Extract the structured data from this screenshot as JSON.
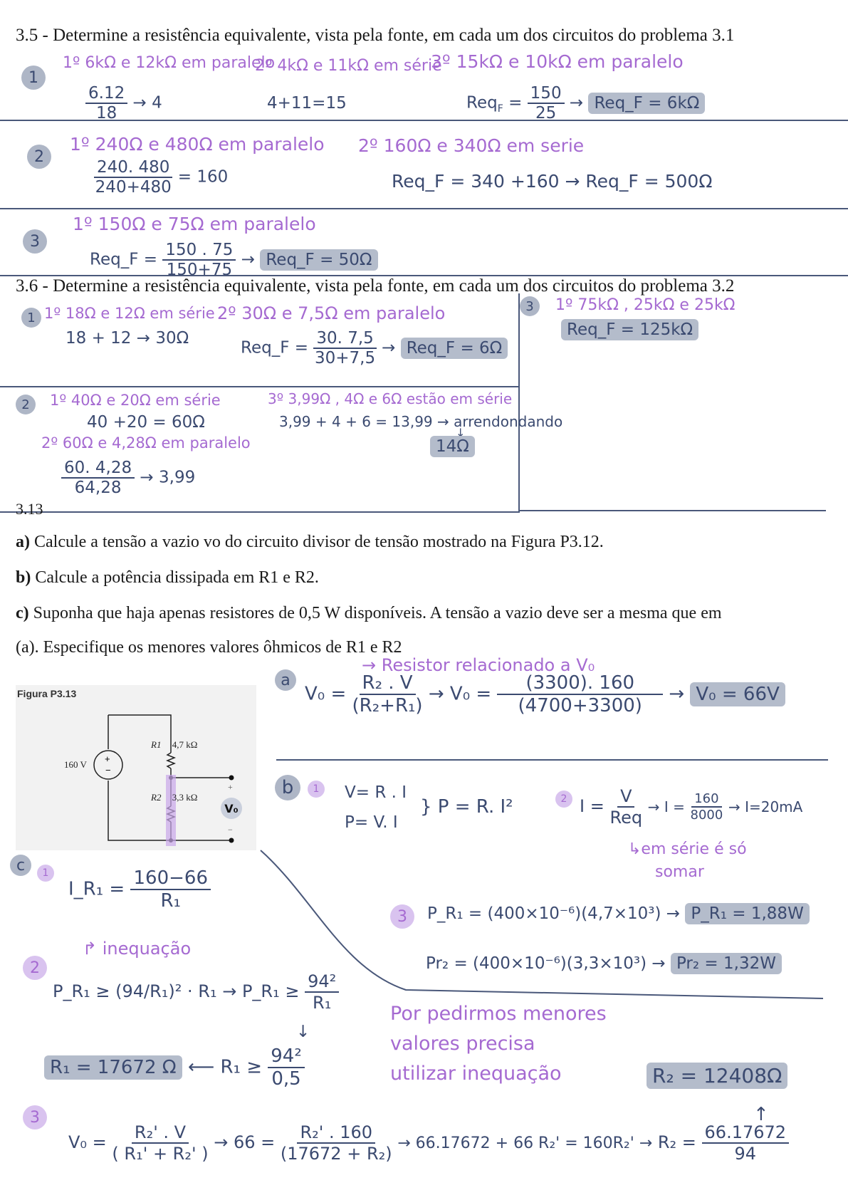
{
  "p35": {
    "title": "3.5 - Determine a resistência equivalente, vista pela fonte, em cada um dos circuitos do problema 3.1",
    "c1": {
      "num": "1",
      "s1": "1º 6kΩ e 12kΩ em paralelo",
      "calc1n": "6.12",
      "calc1d": "18",
      "calc1r": "→ 4",
      "s2": "2º 4kΩ e 11kΩ em série",
      "calc2": "4+11=15",
      "s3": "3º 15kΩ e 10kΩ em paralelo",
      "req_l": "Req",
      "req_s": "F",
      "req_eq": "=",
      "req_n": "150",
      "req_d": "25",
      "arrow": "→",
      "result": "Req_F = 6kΩ"
    },
    "c2": {
      "num": "2",
      "s1": "1º 240Ω e 480Ω em paralelo",
      "calc1n": "240. 480",
      "calc1d": "240+480",
      "calc1r": "= 160",
      "s2": "2º 160Ω e 340Ω em serie",
      "calc2": "Req_F = 340 +160 → Req_F = 500Ω"
    },
    "c3": {
      "num": "3",
      "s1": "1º 150Ω e 75Ω em paralelo",
      "req": "Req_F =",
      "n": "150 . 75",
      "d": "150+75",
      "arrow": "→",
      "result": "Req_F = 50Ω"
    }
  },
  "p36": {
    "title": "3.6 - Determine a resistência equivalente, vista pela fonte, em cada um dos circuitos do problema 3.2",
    "c1": {
      "num": "1",
      "s1": "1º 18Ω e 12Ω em série",
      "calc1": "18 + 12 → 30Ω",
      "s2": "2º 30Ω e 7,5Ω em paralelo",
      "req": "Req_F =",
      "n": "30. 7,5",
      "d": "30+7,5",
      "arrow": "→",
      "result": "Req_F = 6Ω"
    },
    "c3": {
      "num": "3",
      "s1": "1º 75kΩ , 25kΩ e 25kΩ",
      "result": "Req_F = 125kΩ"
    },
    "c2": {
      "num": "2",
      "s1": "1º 40Ω e 20Ω em série",
      "calc1": "40 +20 = 60Ω",
      "s2": "2º 60Ω e 4,28Ω em paralelo",
      "n": "60. 4,28",
      "d": "64,28",
      "r": "→ 3,99",
      "s3": "3º 3,99Ω , 4Ω e 6Ω estão em série",
      "calc3": "3,99 + 4 + 6 = 13,99 → arrendondando",
      "down": "↓",
      "result": "14Ω"
    }
  },
  "p313": {
    "title": "3.13",
    "qa_label": "a)",
    "qa": "Calcule a tensão a vazio vo do circuito divisor de tensão mostrado na Figura P3.12.",
    "qb_label": "b)",
    "qb": "Calcule a potência dissipada em R1 e R2.",
    "qc_label": "c)",
    "qc1": "Suponha que haja apenas resistores de 0,5 W disponíveis. A tensão a vazio deve ser a mesma que em",
    "qc2": "(a). Especifique os menores valores ôhmicos de R1 e R2"
  },
  "figure": {
    "title": "Figura P3.13",
    "source": "160 V",
    "r1": "R1",
    "r1v": "4,7 kΩ",
    "r2": "R2",
    "r2v": "3,3 kΩ",
    "plus": "+",
    "minus": "−",
    "plus_sign": "+",
    "minus_sign": "−",
    "vo": "V₀"
  },
  "sa": {
    "label": "a",
    "note": "→ Resistor relacionado a V₀",
    "lhs": "V₀ =",
    "n": "R₂ . V",
    "d": "(R₂+R₁)",
    "mid": "→ V₀ =",
    "n2": "(3300). 160",
    "d2": "(4700+3300)",
    "arrow": "→",
    "result": "V₀ = 66V"
  },
  "sb": {
    "label": "b",
    "n1": "1",
    "f1": "V= R . I",
    "f2": "P= V. I",
    "f3": "} P = R. I²",
    "n2": "2",
    "i_lhs": "I =",
    "i_n": "V",
    "i_d": "Req",
    "i2": "→ I =",
    "i2n": "160",
    "i2d": "8000",
    "i3": "→ I=20mA",
    "note1": "↳em série é só",
    "note2": "somar",
    "n3": "3",
    "p1": "P_R₁ = (400×10⁻⁶)(4,7×10³) →",
    "p1r": "P_R₁ = 1,88W",
    "p2": "Pr₂ = (400×10⁻⁶)(3,3×10³) →",
    "p2r": "Pr₂ = 1,32W"
  },
  "sc": {
    "label": "c",
    "n1": "1",
    "ir": "I_R₁ =",
    "ir_n": "160−66",
    "ir_d": "R₁",
    "n2": "2",
    "ineq_note": "↱ inequação",
    "ineq": "P_R₁ ≥ (94/R₁)² · R₁ → P_R₁ ≥",
    "ineq_n": "94²",
    "ineq_d": "R₁",
    "down": "↓",
    "r1": "R₁ = 17672 Ω",
    "back": "⟵ R₁ ≥",
    "r_n": "94²",
    "r_d": "0,5",
    "note1": "Por pedirmos menores",
    "note2": "valores precisa",
    "note3": "utilizar inequação",
    "r2": "R₂ = 12408Ω",
    "up": "↑",
    "n3": "3",
    "vo_lhs": "V₀ =",
    "vo_n": "R₂' . V",
    "vo_d": "( R₁' + R₂' )",
    "step": "→ 66 =",
    "step_n": "R₂' . 160",
    "step_d": "(17672 + R₂)",
    "step2": "→ 66.17672 + 66 R₂' = 160R₂' →",
    "final_l": "R₂ =",
    "final_n": "66.17672",
    "final_d": "94"
  }
}
